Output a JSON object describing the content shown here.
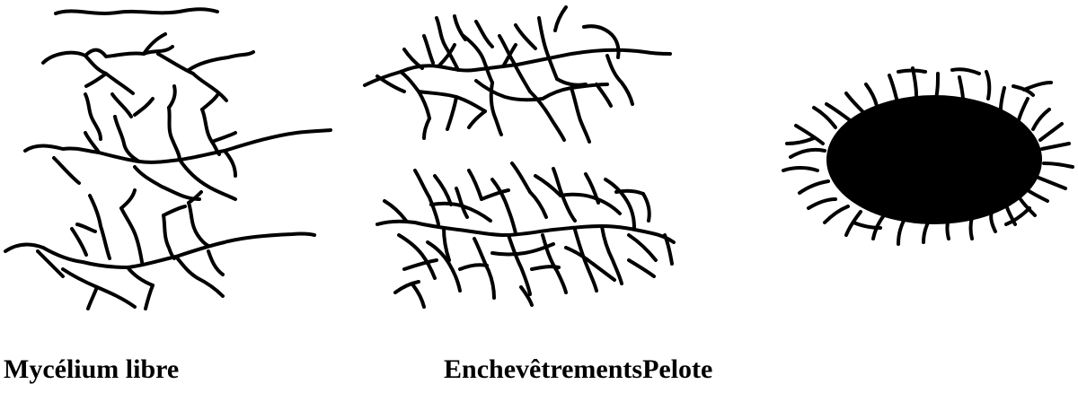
{
  "labels": {
    "free": "Mycélium libre",
    "tangle": "Enchevêtrements",
    "pellet": "Pelote"
  },
  "colors": {
    "stroke": "#000000",
    "background": "#ffffff"
  }
}
